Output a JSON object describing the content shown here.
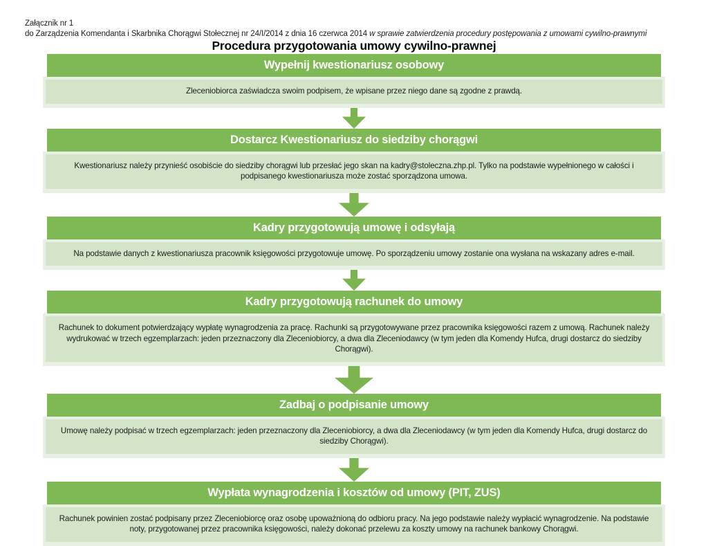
{
  "document": {
    "header_line_1": "Załącznik nr 1",
    "header_line_2_plain": "do Zarządzenia Komendanta i Skarbnika Chorągwi Stołecznej nr 24/I/2014 z dnia 16 czerwca 2014 ",
    "header_line_2_italic": "w sprawie zatwierdzenia procedury postępowania z umowami cywilno-prawnymi",
    "title": "Procedura przygotowania umowy cywilno-prawnej"
  },
  "colors": {
    "header_green": "#7eb955",
    "body_green": "#d3e4c9",
    "frame_green": "#e8f0e3",
    "arrow_green": "#7cb44f",
    "title_text": "#0d0d0d",
    "header_text": "#ffffff",
    "body_text": "#1c1c1c",
    "page_background": "#ffffff"
  },
  "flow": {
    "steps": [
      {
        "index": 1,
        "heading": "Wypełnij kwestionariusz osobowy",
        "body": "Zleceniobiorca zaświadcza swoim podpisem, że wpisane przez niego dane są zgodne z prawdą.",
        "arrow_after": "down-arrow-icon",
        "arrow_size": "sm"
      },
      {
        "index": 2,
        "heading": "Dostarcz Kwestionariusz do siedziby chorągwi",
        "body": "Kwestionariusz należy przynieść osobiście do siedziby chorągwi lub przesłać jego skan na kadry@stoleczna.zhp.pl. Tylko na podstawie wypełnionego w całości i podpisanego kwestionariusza może zostać sporządzona umowa.",
        "arrow_after": "down-arrow-icon",
        "arrow_size": "md"
      },
      {
        "index": 3,
        "heading": "Kadry przygotowują umowę i odsyłają",
        "body": "Na podstawie danych z kwestionariusza pracownik księgowości przygotowuje umowę. Po sporządzeniu umowy zostanie ona wysłana na wskazany adres e-mail.",
        "arrow_after": "down-arrow-icon",
        "arrow_size": "sm"
      },
      {
        "index": 4,
        "heading": "Kadry przygotowują rachunek do umowy",
        "body": "Rachunek to dokument potwierdzający wypłatę wynagrodzenia za pracę. Rachunki są przygotowywane przez pracownika księgowości razem z umową. Rachunek należy wydrukować w trzech egzemplarzach: jeden przeznaczony dla Zleceniobiorcy,  a dwa dla Zleceniodawcy (w tym jeden dla Komendy Hufca, drugi dostarcz do siedziby Chorągwi).",
        "arrow_after": "down-arrow-icon",
        "arrow_size": "lg"
      },
      {
        "index": 5,
        "heading": "Zadbaj o podpisanie umowy",
        "body": "Umowę należy podpisać w trzech egzemplarzach: jeden przeznaczony dla Zleceniobiorcy,  a dwa dla Zleceniodawcy (w tym jeden dla Komendy Hufca, drugi dostarcz do siedziby Chorągwi).",
        "arrow_after": "down-arrow-icon",
        "arrow_size": "md"
      },
      {
        "index": 6,
        "heading": "Wypłata wynagrodzenia i kosztów od umowy (PIT, ZUS)",
        "body": "Rachunek powinien zostać podpisany przez Zleceniobiorcę oraz osobę upoważnioną do odbioru pracy. Na jego podstawie należy wypłacić wynagrodzenie. Na podstawie noty, przygotowanej przez pracownika księgowości, należy dokonać przelewu za koszty umowy na rachunek bankowy Chorągwi.",
        "arrow_after": null,
        "arrow_size": null
      }
    ]
  }
}
